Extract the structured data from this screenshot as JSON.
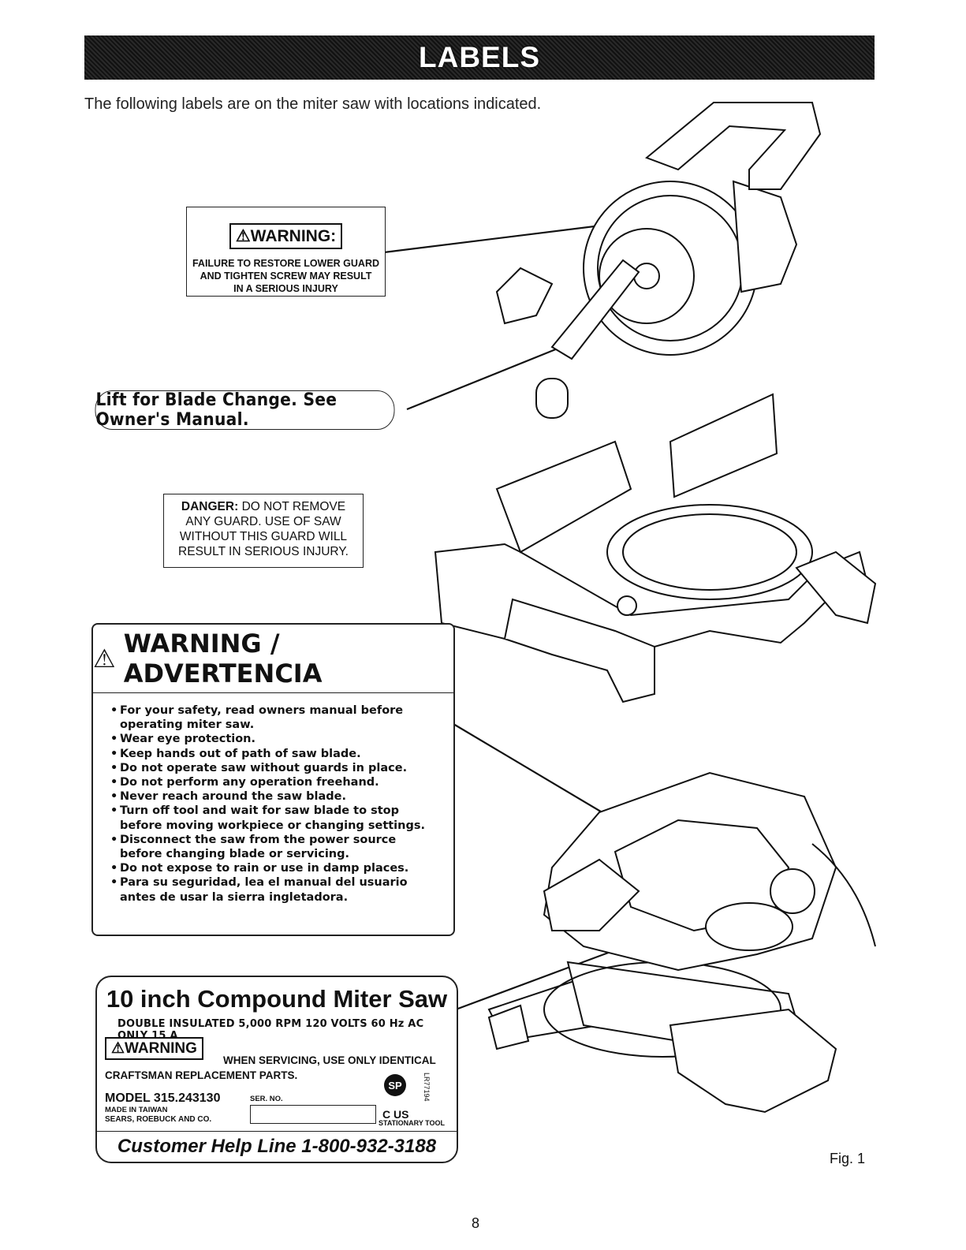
{
  "header": {
    "title": "LABELS"
  },
  "intro": "The following labels are on the miter saw with locations indicated.",
  "label_guard": {
    "badge": "WARNING:",
    "text": [
      "FAILURE TO RESTORE LOWER GUARD",
      "AND TIGHTEN SCREW MAY RESULT",
      "IN A SERIOUS INJURY"
    ]
  },
  "label_lift": "Lift for Blade Change.  See Owner's Manual.",
  "label_danger": {
    "lead": "DANGER:",
    "line1": " DO NOT REMOVE",
    "line2": "ANY GUARD. USE OF SAW",
    "line3": "WITHOUT THIS GUARD WILL",
    "line4": "RESULT IN SERIOUS INJURY."
  },
  "label_warning": {
    "heading": "WARNING / ADVERTENCIA",
    "items": [
      "For your safety, read owners manual before operating miter saw.",
      "Wear eye protection.",
      "Keep hands out of path of saw blade.",
      "Do not operate saw without guards in place.",
      "Do not perform any operation freehand.",
      "Never reach around the saw blade.",
      "Turn off tool and wait for saw blade to stop before moving workpiece or changing settings.",
      "Disconnect the saw from the power source before changing blade or servicing.",
      "Do not expose to rain or use in damp places.",
      "Para su seguridad, lea el manual del usuario antes de usar la sierra ingletadora."
    ]
  },
  "nameplate": {
    "title": "10 inch Compound Miter Saw",
    "spec": "DOUBLE INSULATED  5,000 RPM  120 VOLTS  60 Hz  AC ONLY  15 A",
    "warning_badge": "WARNING",
    "servicing": "WHEN SERVICING, USE ONLY IDENTICAL",
    "replacement": "CRAFTSMAN REPLACEMENT PARTS.",
    "model": "MODEL 315.243130",
    "ser_no_label": "SER. NO.",
    "made_in": "MADE IN TAIWAN",
    "sears": "SEARS, ROEBUCK AND CO.",
    "csa_text": "C   US",
    "stationary": "STATIONARY TOOL",
    "csa_code": "LR77194",
    "help_line": "Customer Help Line 1-800-932-3188"
  },
  "figure_label": "Fig. 1",
  "page_number": "8"
}
